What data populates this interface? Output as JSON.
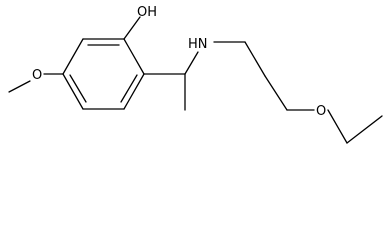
{
  "molecule": {
    "atoms": {
      "hydroxyl": "OH",
      "amine": "HN",
      "methoxy_oxygen": "O",
      "ether_oxygen": "O"
    },
    "colors": {
      "bond": "#000000",
      "label": "#000000",
      "background": "#ffffff"
    }
  }
}
